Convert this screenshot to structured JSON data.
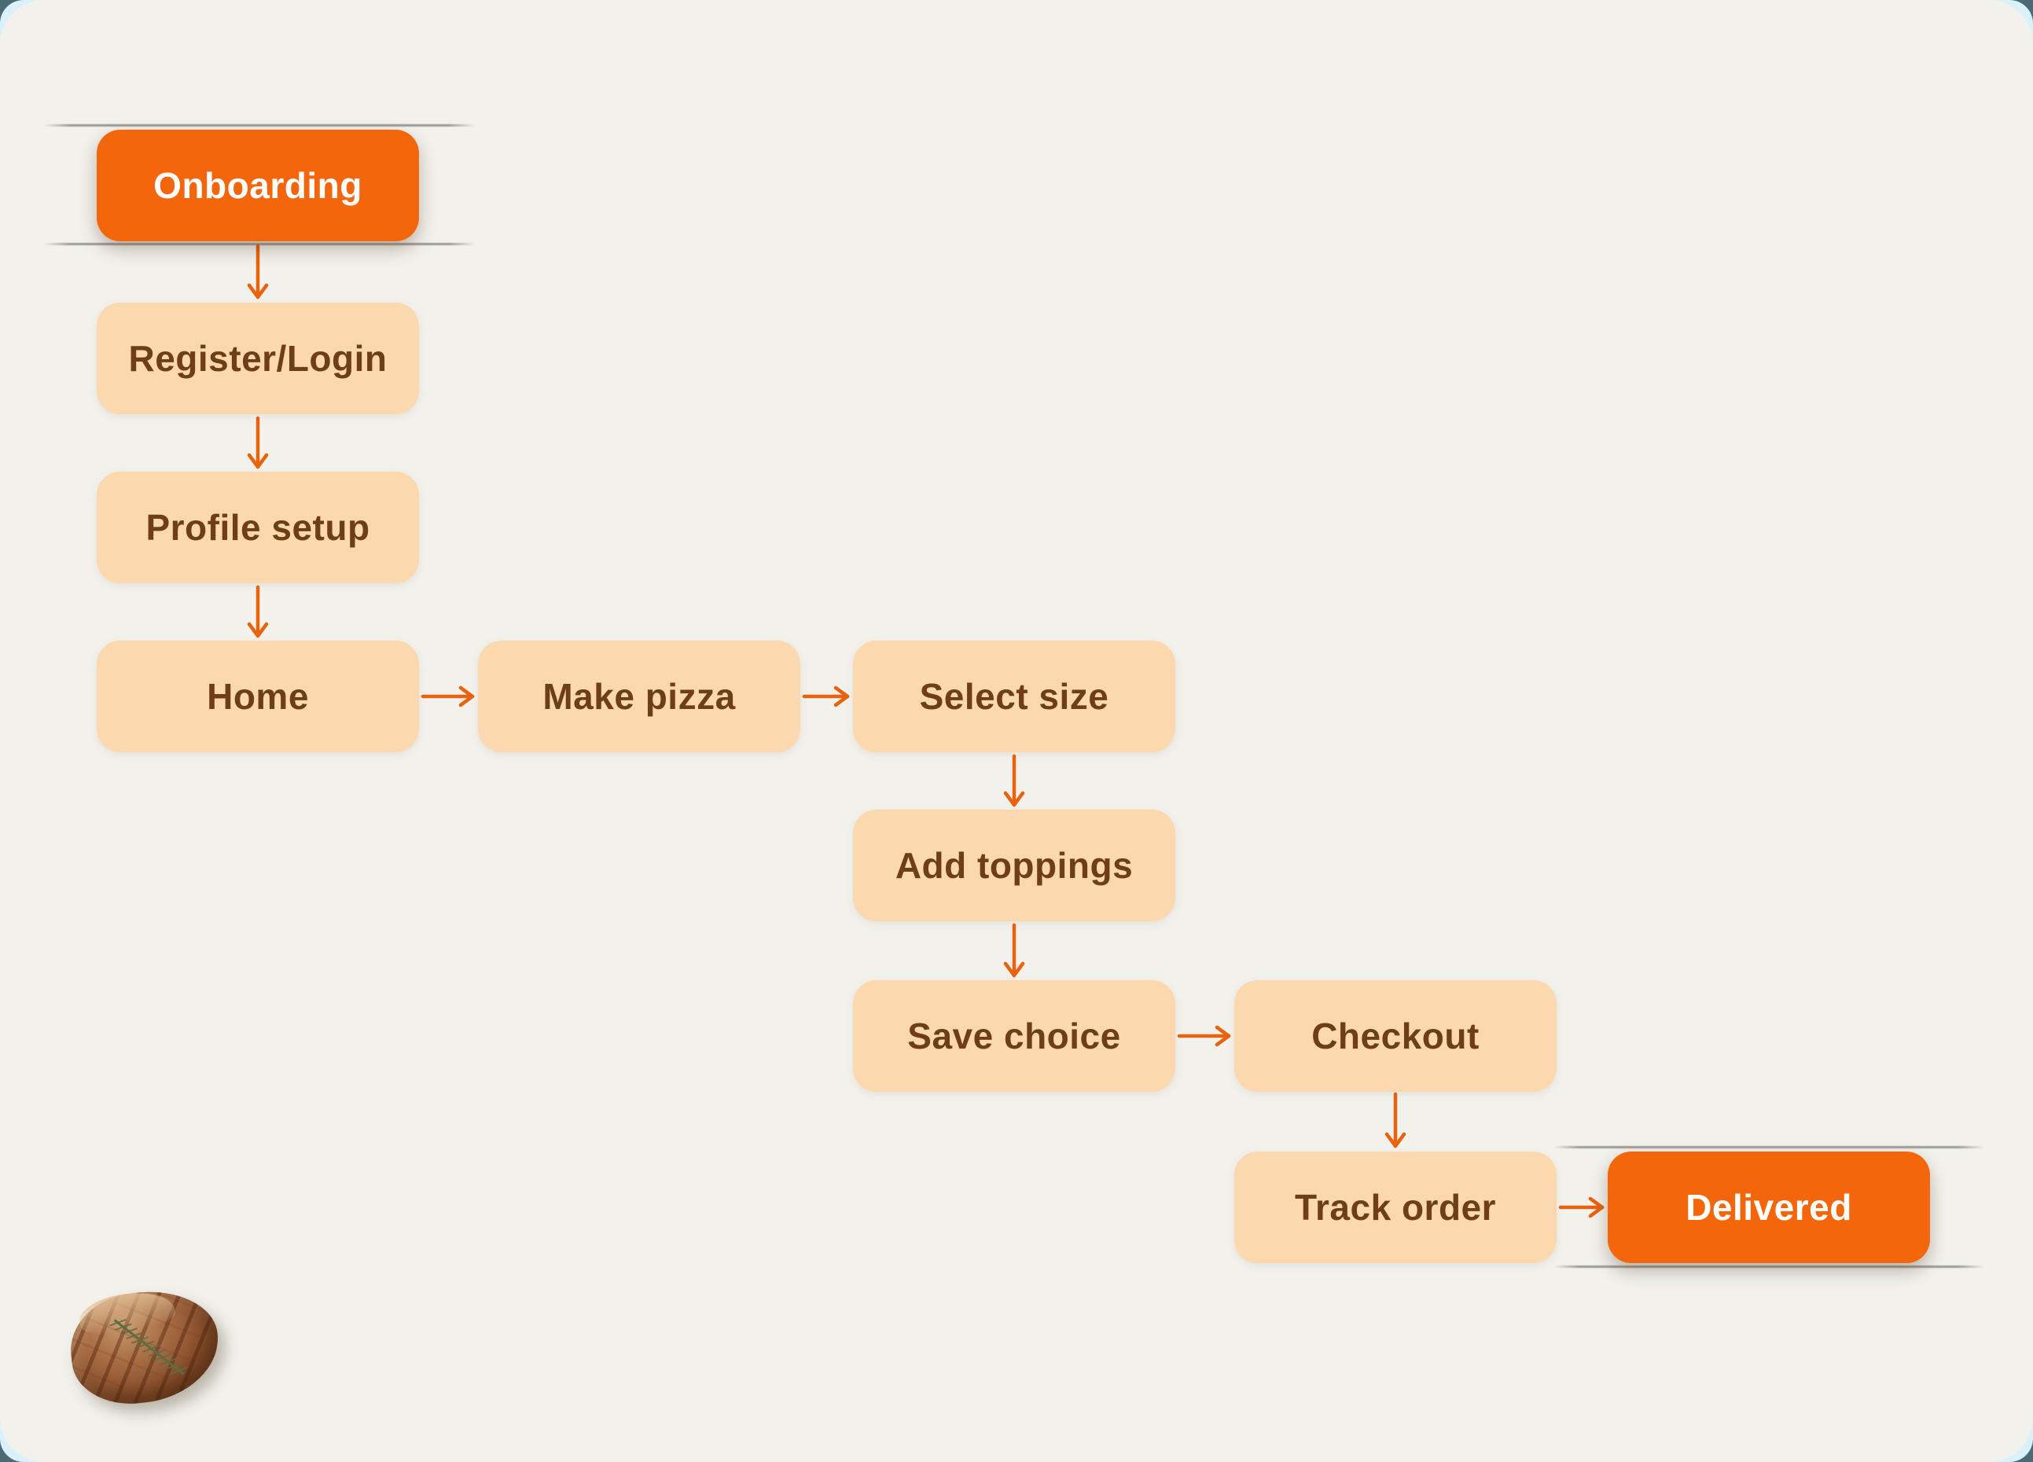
{
  "app": {
    "type": "flowchart-canvas"
  },
  "palette": {
    "canvas_bg": "#F2F1EC",
    "outer_dark": "#4C6A76",
    "outer_light": "#D9F1FB",
    "node_orange": "#F4660B",
    "node_peach": "#FCD8AE",
    "text_light": "#FFFFFF",
    "text_dark": "#6E3F16",
    "arrow": "#E8630D",
    "terminator_line": "#8D8D88"
  },
  "diagram": {
    "type": "flowchart",
    "nodes": [
      {
        "id": "onboarding",
        "label": "Onboarding",
        "kind": "start"
      },
      {
        "id": "register-login",
        "label": "Register/Login",
        "kind": "step"
      },
      {
        "id": "profile-setup",
        "label": "Profile setup",
        "kind": "step"
      },
      {
        "id": "home",
        "label": "Home",
        "kind": "step"
      },
      {
        "id": "make-pizza",
        "label": "Make pizza",
        "kind": "step"
      },
      {
        "id": "select-size",
        "label": "Select size",
        "kind": "step"
      },
      {
        "id": "add-toppings",
        "label": "Add toppings",
        "kind": "step"
      },
      {
        "id": "save-choice",
        "label": "Save choice",
        "kind": "step"
      },
      {
        "id": "checkout",
        "label": "Checkout",
        "kind": "step"
      },
      {
        "id": "track-order",
        "label": "Track order",
        "kind": "step"
      },
      {
        "id": "delivered",
        "label": "Delivered",
        "kind": "end"
      }
    ],
    "edges": [
      {
        "from": "onboarding",
        "to": "register-login"
      },
      {
        "from": "register-login",
        "to": "profile-setup"
      },
      {
        "from": "profile-setup",
        "to": "home"
      },
      {
        "from": "home",
        "to": "make-pizza"
      },
      {
        "from": "make-pizza",
        "to": "select-size"
      },
      {
        "from": "select-size",
        "to": "add-toppings"
      },
      {
        "from": "add-toppings",
        "to": "save-choice"
      },
      {
        "from": "save-choice",
        "to": "checkout"
      },
      {
        "from": "checkout",
        "to": "track-order"
      },
      {
        "from": "track-order",
        "to": "delivered"
      }
    ]
  },
  "decor": {
    "photo": "grilled-steak-with-rosemary"
  }
}
